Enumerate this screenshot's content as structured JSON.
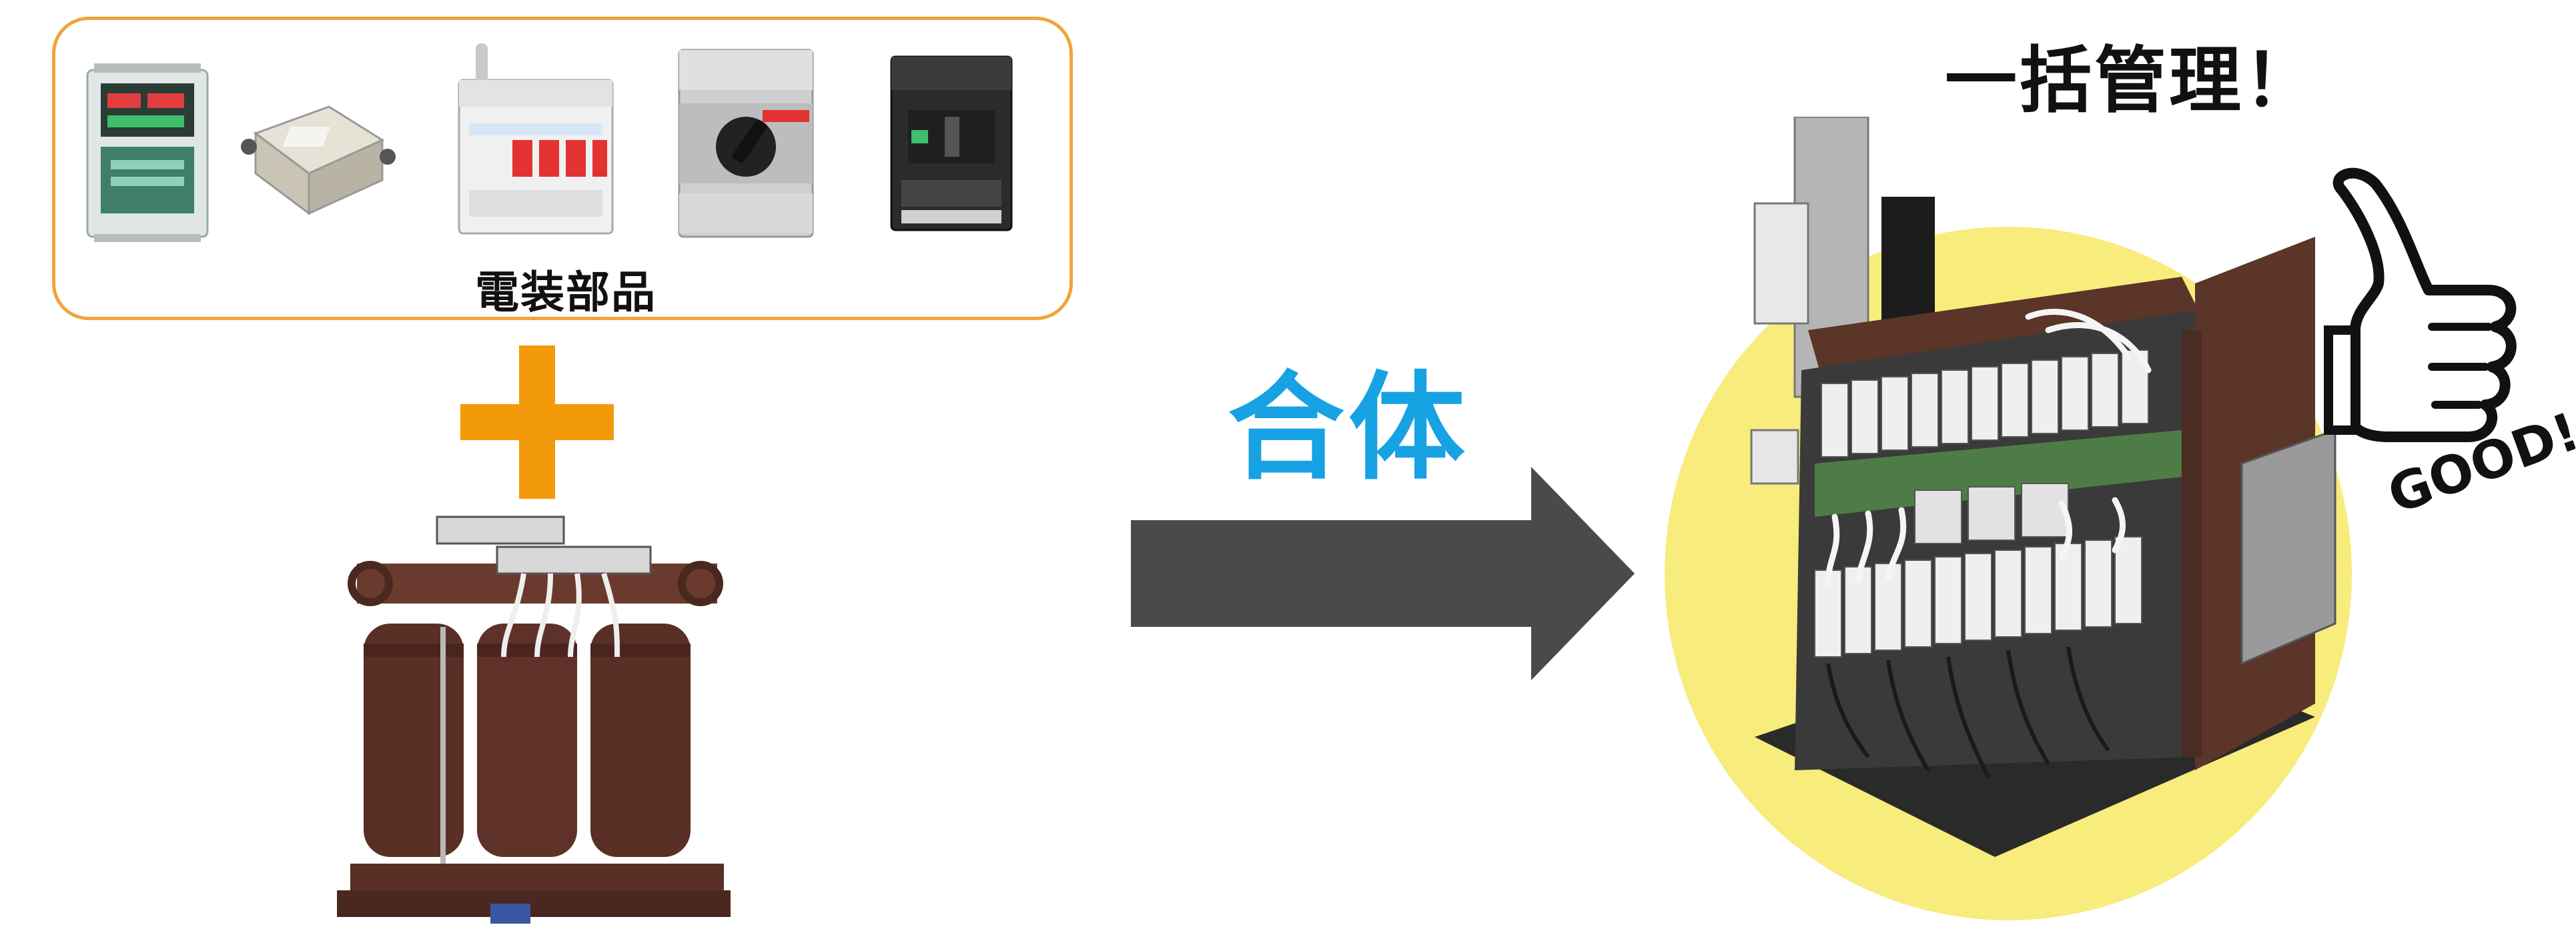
{
  "parts": {
    "label": "電装部品",
    "items": [
      {
        "name": "digital-controller"
      },
      {
        "name": "noise-filter"
      },
      {
        "name": "circuit-breaker-4p"
      },
      {
        "name": "motor-protection-switch"
      },
      {
        "name": "molded-case-circuit-breaker"
      }
    ]
  },
  "plus_symbol": "+",
  "merge": {
    "label": "合体"
  },
  "result": {
    "label": "一括管理！"
  },
  "good": {
    "label": "GOOD!"
  },
  "colors": {
    "box_border": "#f2a33a",
    "plus": "#f39a0b",
    "merge_text": "#17a2e3",
    "arrow": "#4a4a4a",
    "highlight_circle": "#f7ec7c",
    "transformer": "#5a2f25"
  }
}
